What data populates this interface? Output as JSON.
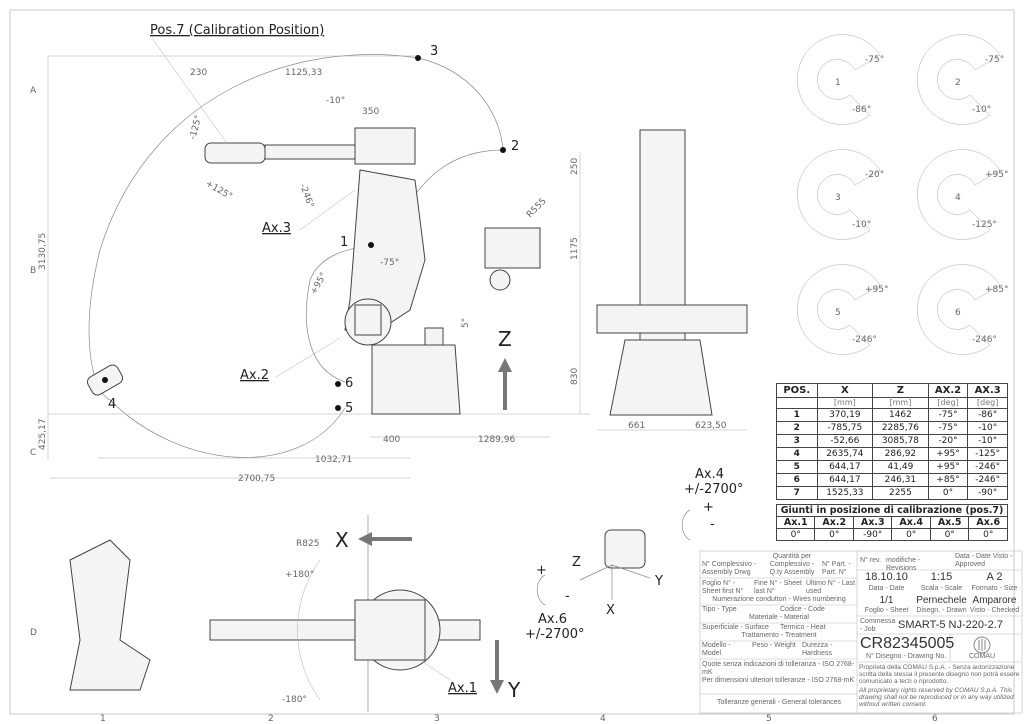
{
  "drawing": {
    "title_callout": "Pos.7 (Calibration Position)",
    "axis_labels": {
      "ax2": "Ax.2",
      "ax3": "Ax.3",
      "ax1": "Ax.1",
      "ax4": "Ax.4",
      "ax6": "Ax.6"
    },
    "ax4_range": "+/-2700°",
    "ax6_range": "+/-2700°",
    "plus": "+",
    "minus": "-",
    "points": [
      "1",
      "2",
      "3",
      "4",
      "5",
      "6"
    ],
    "dimensions": {
      "d230": "230",
      "d1125": "1125,33",
      "d350": "350",
      "d250": "250",
      "d1175": "1175",
      "d830": "830",
      "d3130": "3130,75",
      "d425": "425,17",
      "d400": "400",
      "d1289": "1289,96",
      "d1032": "1032,71",
      "d2700": "2700,75",
      "d661": "661",
      "d623": "623,50",
      "r555": "R555",
      "r825": "R825",
      "d5": "5°"
    },
    "angles": {
      "a_m10": "-10°",
      "a_m125": "-125°",
      "a_p125": "+125°",
      "a_m246": "-246°",
      "a_m75": "-75°",
      "a_p95": "+95°",
      "a_p180": "+180°",
      "a_m180": "-180°"
    },
    "axes": {
      "z": "Z",
      "x": "X",
      "y": "Y"
    },
    "small_views": [
      {
        "a": "-75°",
        "b": "-86°",
        "p": "1"
      },
      {
        "a": "-75°",
        "b": "-10°",
        "p": "2"
      },
      {
        "a": "-20°",
        "b": "-10°",
        "p": "3"
      },
      {
        "a": "+95°",
        "b": "-125°",
        "p": "4"
      },
      {
        "a": "+95°",
        "b": "-246°",
        "p": "5"
      },
      {
        "a": "+85°",
        "b": "-246°",
        "p": "6"
      }
    ],
    "zone_letters": [
      "A",
      "B",
      "C",
      "D"
    ],
    "zone_numbers": [
      "1",
      "2",
      "3",
      "4",
      "5",
      "6"
    ]
  },
  "position_table": {
    "headers": [
      "POS.",
      "X",
      "Z",
      "AX.2",
      "AX.3"
    ],
    "units": [
      "",
      "[mm]",
      "[mm]",
      "[deg]",
      "[deg]"
    ],
    "rows": [
      [
        "1",
        "370,19",
        "1462",
        "-75°",
        "-86°"
      ],
      [
        "2",
        "-785,75",
        "2285,76",
        "-75°",
        "-10°"
      ],
      [
        "3",
        "-52,66",
        "3085,78",
        "-20°",
        "-10°"
      ],
      [
        "4",
        "2635,74",
        "286,92",
        "+95°",
        "-125°"
      ],
      [
        "5",
        "644,17",
        "41,49",
        "+95°",
        "-246°"
      ],
      [
        "6",
        "644,17",
        "246,31",
        "+85°",
        "-246°"
      ],
      [
        "7",
        "1525,33",
        "2255",
        "0°",
        "-90°"
      ]
    ]
  },
  "calibration_table": {
    "title": "Giunti in posizione di calibrazione (pos.7)",
    "headers": [
      "Ax.1",
      "Ax.2",
      "Ax.3",
      "Ax.4",
      "Ax.5",
      "Ax.6"
    ],
    "values": [
      "0°",
      "0°",
      "-90°",
      "0°",
      "0°",
      "0°"
    ]
  },
  "title_block": {
    "date": "18.10.10",
    "scale": "1:15",
    "size": "A 2",
    "sheet": "1/1",
    "designer": "Pernechele",
    "checker": "Amparore",
    "product": "SMART-5 NJ-220-2.7",
    "drawing_no": "CR82345005",
    "logo_text": "COMAU",
    "labels": {
      "assembly": "N° Complessivo - Assembly Drwg",
      "qty": "Quantità per Complessivo - Q.ty Assembly",
      "part": "N° Part. - Part. N°",
      "sheet_first": "Foglio N° - Sheet first N°",
      "sheet_last": "Fine N° - Sheet last N°",
      "last_used": "Ultimo N° - Last used",
      "numbering": "Numerazione conduttori - Wires numbering",
      "type": "Tipo - Type",
      "code": "Codice - Code",
      "material": "Materiale - Material",
      "surface": "Superficiale - Surface",
      "heat": "Termico - Heat",
      "treatment": "Trattamento - Treatment",
      "model": "Modello - Model",
      "weight": "Peso - Weight",
      "hardness": "Durezza - Hardness",
      "tol1": "Quote senza indicazioni di tolleranza - ISO 2768-mK",
      "tol2": "Per dimensioni ulteriori tolleranze - ISO 2768-mK",
      "general_tol": "Tolleranze generali - General tolerances",
      "rev_no": "N° rev.",
      "revisions": "modifiche - Revisions",
      "date_visa": "Data - Date  Visto - Approved",
      "job": "Commessa - Job",
      "date": "Data - Date",
      "scale": "Scala - Scale",
      "size": "Formato - Size",
      "sheet": "Foglio - Sheet",
      "drawn": "Disegn. - Drawn",
      "checked": "Visto - Checked",
      "drawing_no": "N° Disegno - Drawing No.",
      "copyright_it": "Proprietà della COMAU S.p.A. - Senza autorizzazione scritta della stessa il presente disegno non potrà essere comunicato a terzi o riprodotto.",
      "copyright_en": "All proprietary rights reserved by COMAU S.p.A. This drawing shall not be reproduced or in any way utilized without written consent."
    }
  }
}
